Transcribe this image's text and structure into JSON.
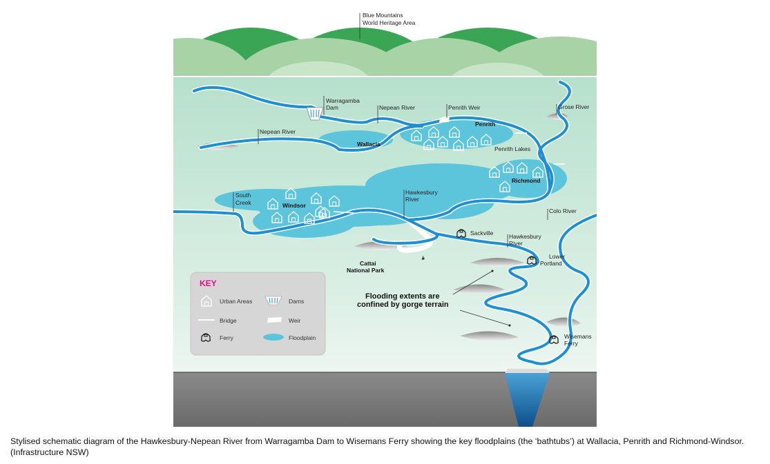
{
  "labels": {
    "blue_mountains_1": "Blue Mountains",
    "blue_mountains_2": "World Heritage Area",
    "warragamba_1": "Warragamba",
    "warragamba_2": "Dam",
    "nepean_upper": "Nepean River",
    "nepean_left": "Nepean River",
    "penrith_weir": "Penrith Weir",
    "penrith": "Penrith",
    "grose_river": "Grose River",
    "wallacia": "Wallacia",
    "penrith_lakes": "Penrith Lakes",
    "richmond": "Richmond",
    "south_creek_1": "South",
    "south_creek_2": "Creek",
    "windsor": "Windsor",
    "hawkesbury_mid_1": "Hawkesbury",
    "hawkesbury_mid_2": "River",
    "colo_river": "Colo River",
    "sackville": "Sackville",
    "hawkesbury_low_1": "Hawkesbury",
    "hawkesbury_low_2": "River",
    "cattai_1": "Cattai",
    "cattai_2": "National Park",
    "lower_portland_1": "Lower",
    "lower_portland_2": "Portland",
    "gorge_1": "Flooding extents are",
    "gorge_2": "confined by gorge terrain",
    "wisemans_1": "Wisemans",
    "wisemans_2": "Ferry"
  },
  "key": {
    "title": "KEY",
    "urban_areas": "Urban Areas",
    "dams": "Dams",
    "bridge": "Bridge",
    "weir": "Weir",
    "ferry": "Ferry",
    "floodplain": "Floodplain"
  },
  "icons": [
    "house-icon",
    "dam-icon",
    "bridge-icon",
    "weir-icon",
    "ferry-icon",
    "floodplain-icon"
  ],
  "colors": {
    "river": "#1e8fd0",
    "floodplain": "#5cc5dc",
    "background_green": "#c8e8dc",
    "hills_dark": "#3aa655",
    "hills_light": "#a8d3a6",
    "key_title": "#e0108b",
    "ground": "#7a7a7a"
  },
  "caption": "Stylised schematic diagram of the Hawkesbury-Nepean River from Warragamba Dam to Wisemans Ferry showing the key floodplains (the ‘bathtubs’) at Wallacia, Penrith and Richmond-Windsor. (Infrastructure NSW)"
}
